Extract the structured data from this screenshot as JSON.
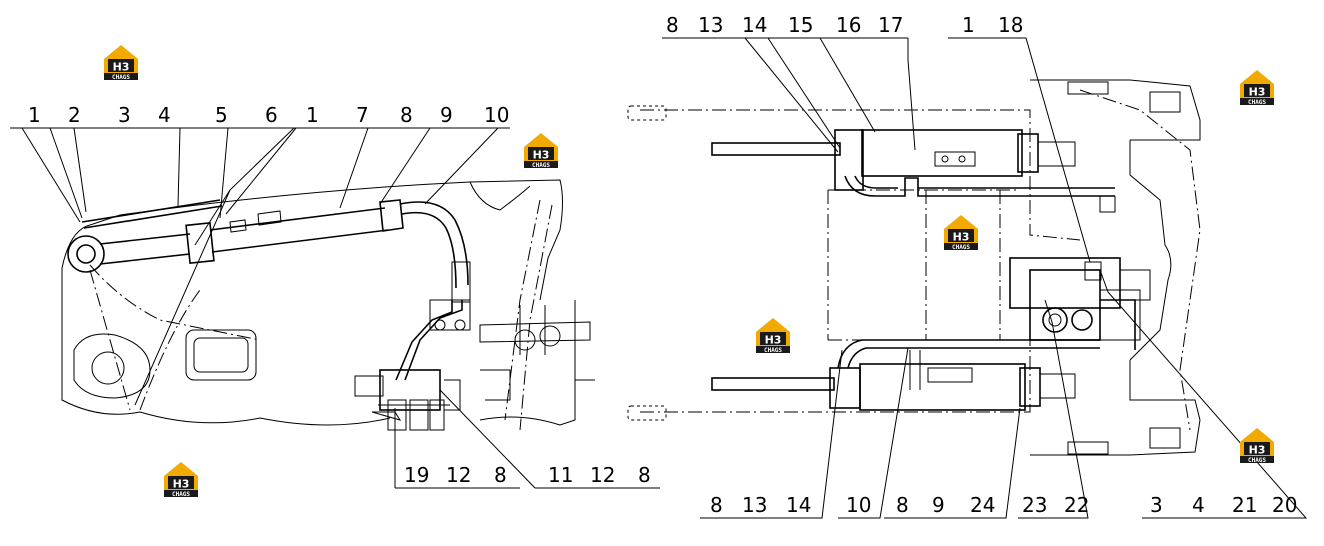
{
  "left_view": {
    "top_callouts": [
      "1",
      "2",
      "3",
      "4",
      "5",
      "6",
      "1",
      "7",
      "8",
      "9",
      "10"
    ],
    "bottom_callouts_a": [
      "19",
      "12",
      "8"
    ],
    "bottom_callouts_b": [
      "11",
      "12",
      "8"
    ]
  },
  "right_view": {
    "top_callouts_a": [
      "8",
      "13",
      "14",
      "15",
      "16",
      "17"
    ],
    "top_callouts_b": [
      "1",
      "18"
    ],
    "bottom_callouts_a": [
      "8",
      "13",
      "14"
    ],
    "bottom_callouts_b": [
      "10",
      "8",
      "9",
      "24"
    ],
    "bottom_callouts_c": [
      "23",
      "22"
    ],
    "bottom_callouts_d": [
      "3",
      "4",
      "21",
      "20"
    ]
  },
  "watermark": {
    "mark": "H3",
    "sub": "CHAGS",
    "colors": {
      "house": "#f2a900",
      "plate": "#1a1a1a",
      "text": "#ffffff"
    }
  }
}
